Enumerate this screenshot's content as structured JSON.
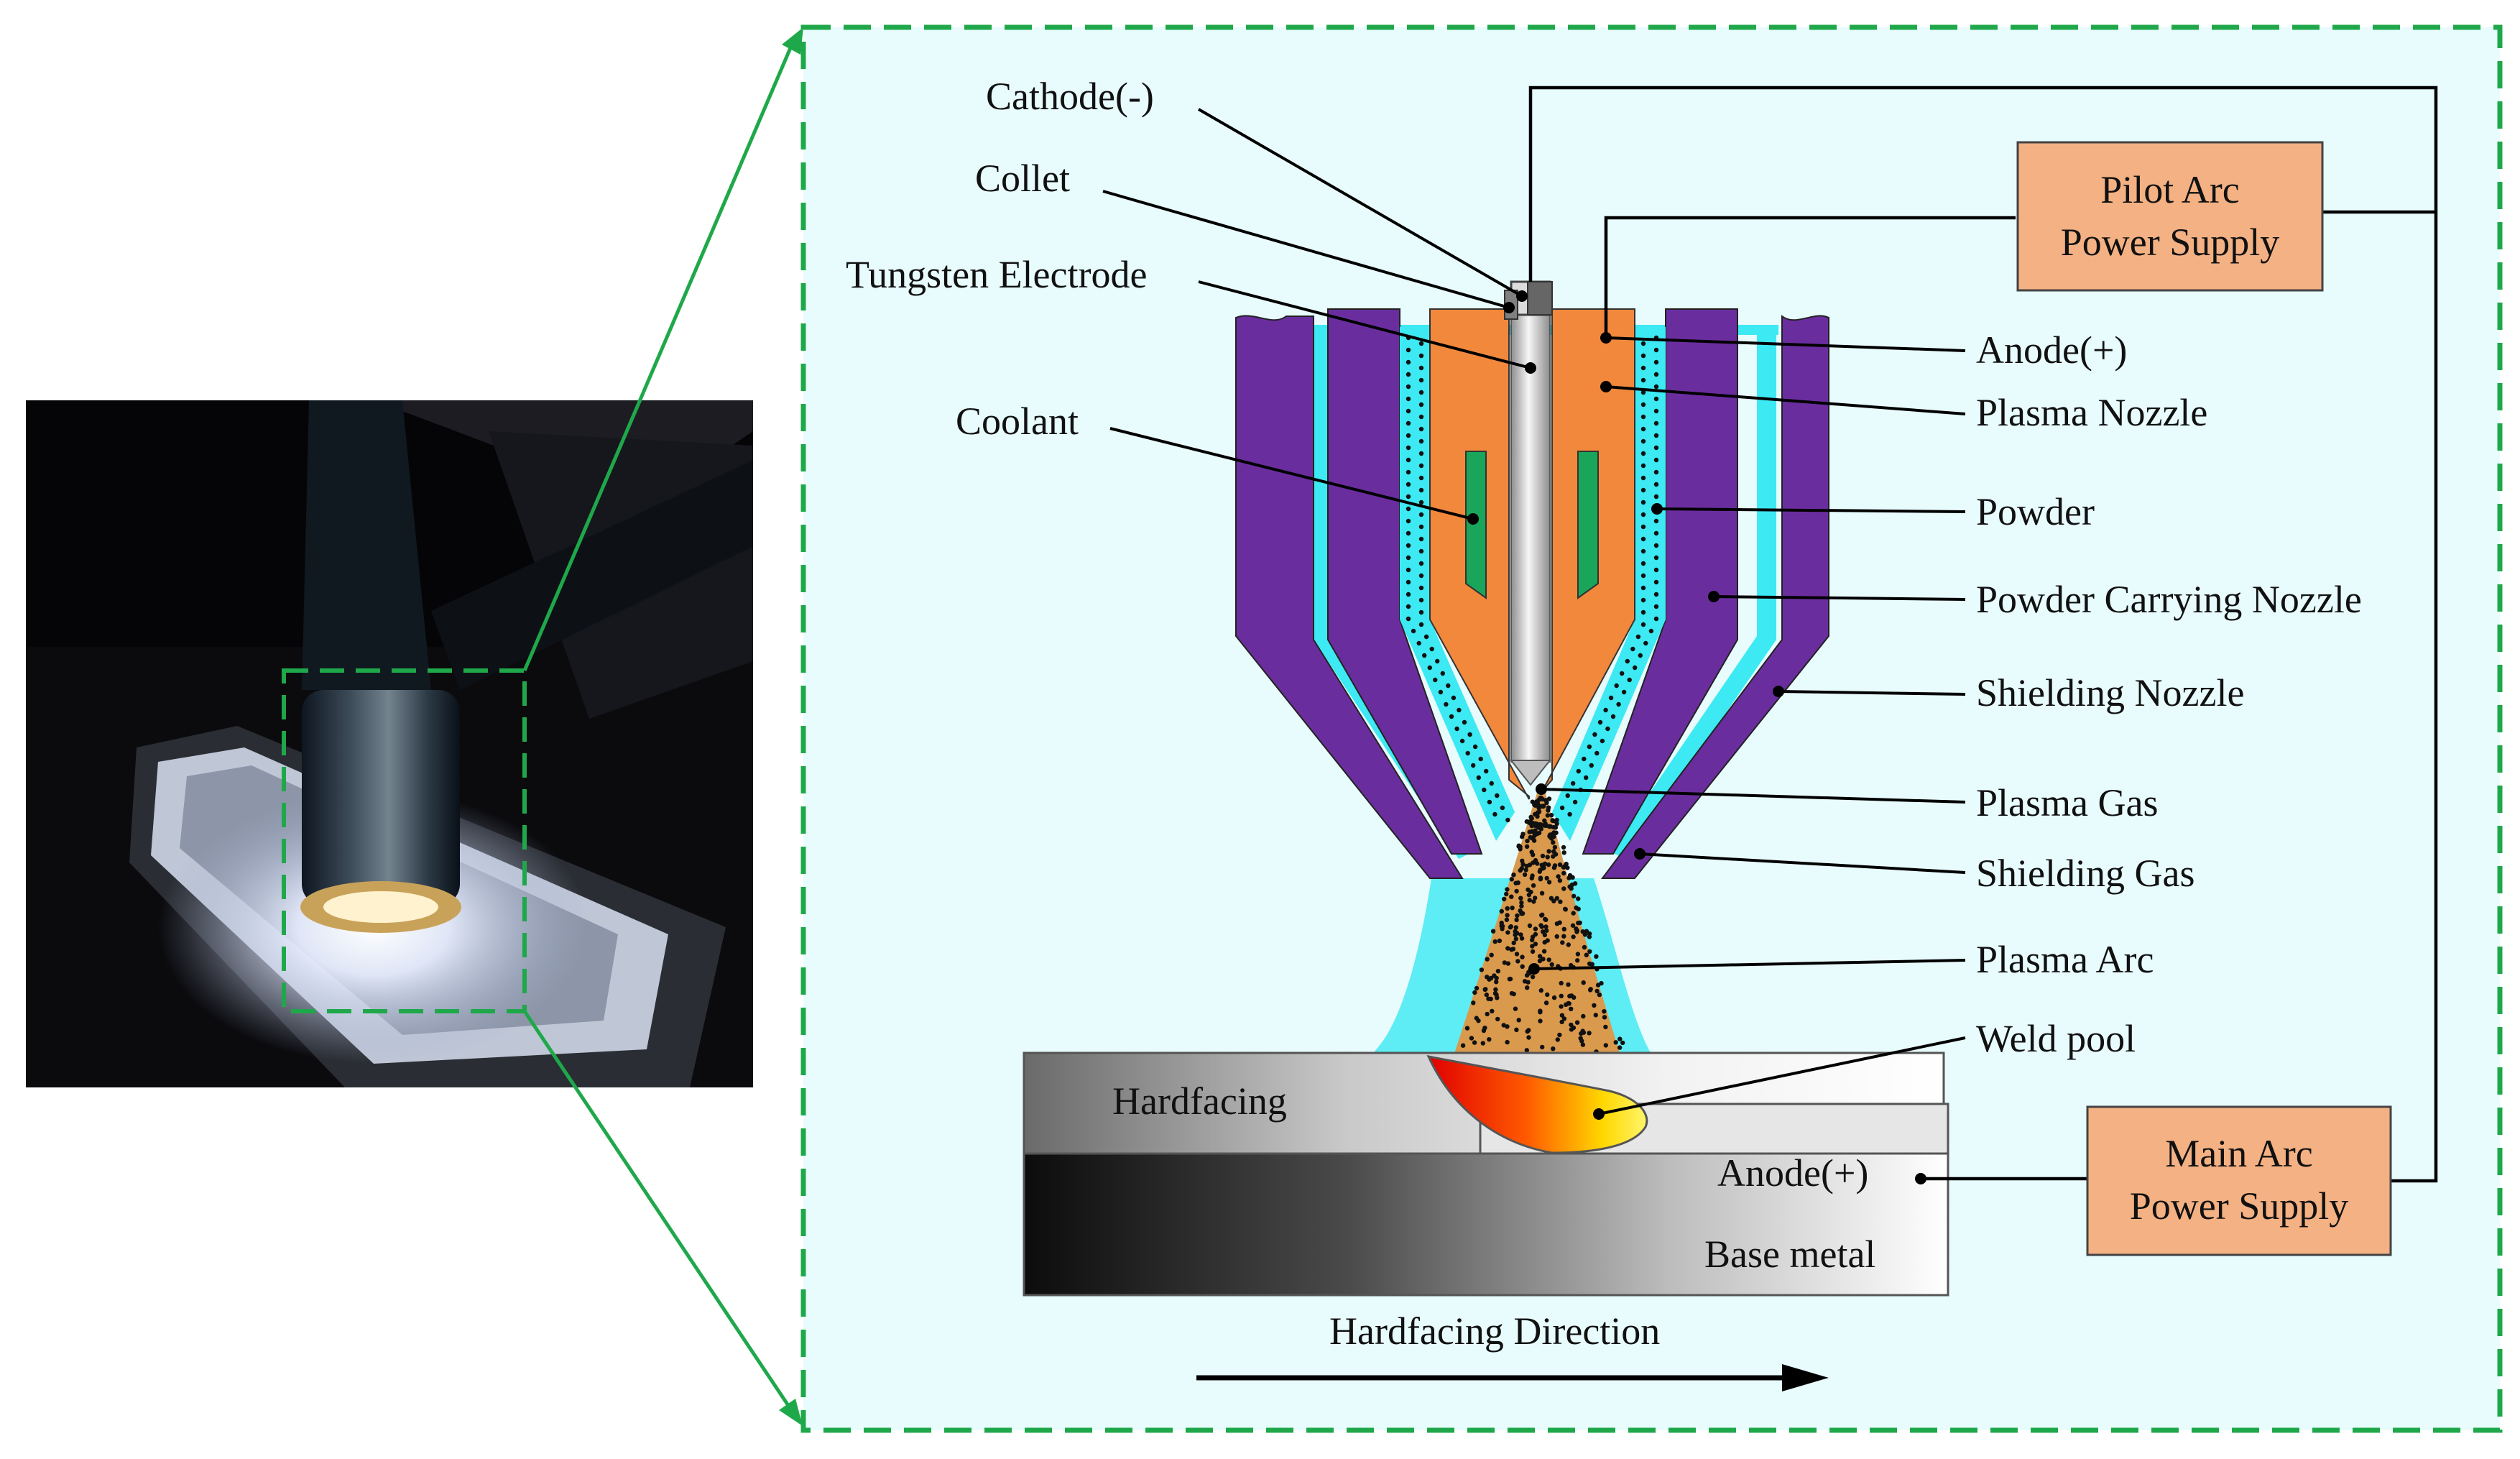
{
  "labels": {
    "cathode": "Cathode(-)",
    "collet": "Collet",
    "tungsten_electrode": "Tungsten Electrode",
    "coolant": "Coolant",
    "anode_top": "Anode(+)",
    "plasma_nozzle": "Plasma Nozzle",
    "powder": "Powder",
    "powder_carrying_nozzle": "Powder Carrying Nozzle",
    "shielding_nozzle": "Shielding Nozzle",
    "plasma_gas": "Plasma Gas",
    "shielding_gas": "Shielding Gas",
    "plasma_arc": "Plasma Arc",
    "weld_pool": "Weld pool",
    "hardfacing": "Hardfacing",
    "anode_base": "Anode(+)",
    "base_metal": "Base metal",
    "hardfacing_direction": "Hardfacing Direction"
  },
  "power_supplies": {
    "pilot": {
      "line1": "Pilot Arc",
      "line2": "Power Supply"
    },
    "main": {
      "line1": "Main Arc",
      "line2": "Power Supply"
    }
  },
  "colors": {
    "zoom_frame": "#1fa84a",
    "panel_background": "#e8fbfd",
    "shielding_gas": "#3de9f2",
    "outer_nozzles": "#6a2d9e",
    "plasma_nozzle": "#f2883c",
    "coolant": "#1aa65a",
    "power_supply_box": "#f4b183",
    "plasma_arc": "#d99a4e"
  },
  "icons": {
    "photo": "welding-torch-photo",
    "direction_arrow": "arrow-right-icon"
  }
}
